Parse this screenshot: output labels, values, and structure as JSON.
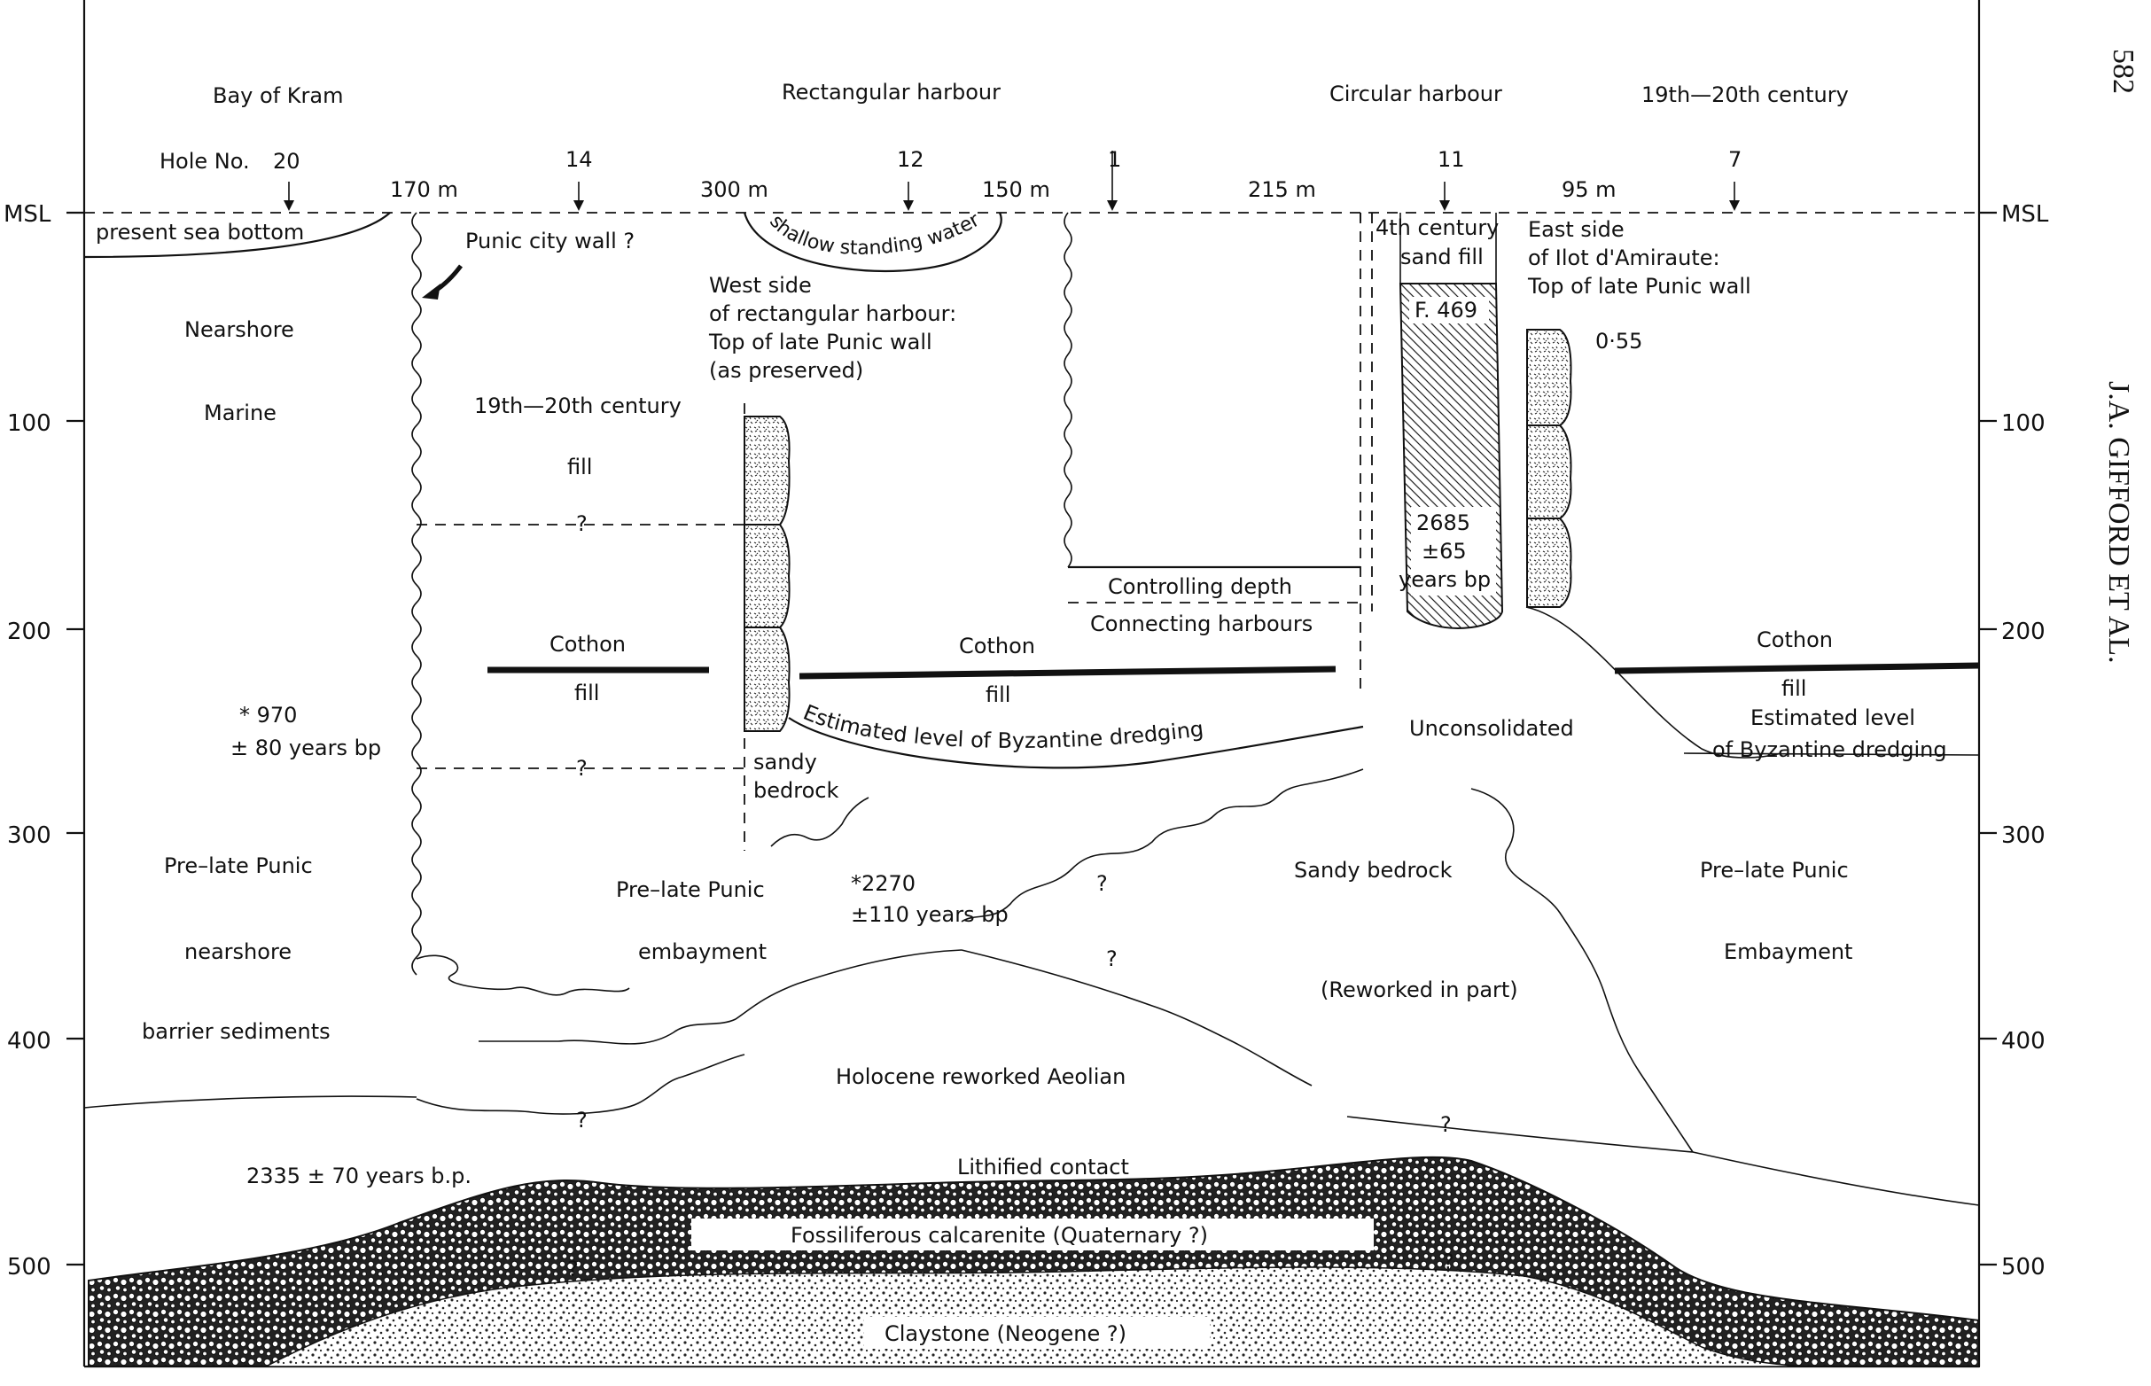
{
  "page": {
    "page_number": "582",
    "running_head": "J.A. GIFFORD ET AL."
  },
  "figure": {
    "y_axis": {
      "ticks_left": [
        "MSL",
        "100",
        "200",
        "300",
        "400",
        "500"
      ],
      "ticks_right": [
        "MSL",
        "100",
        "200",
        "300",
        "400",
        "500"
      ]
    },
    "headers": {
      "bay_of_kram": "Bay of Kram",
      "rectangular_harbour": "Rectangular harbour",
      "circular_harbour": "Circular harbour",
      "century": "19th—20th century"
    },
    "holes": {
      "prefix": "Hole No.",
      "ids": [
        "20",
        "14",
        "12",
        "1",
        "11",
        "7"
      ]
    },
    "distances": [
      "170 m",
      "300 m",
      "150 m",
      "215 m",
      "95 m"
    ],
    "labels": {
      "present_sea_bottom": "present sea bottom",
      "punic_city_wall": "Punic city wall ?",
      "shallow_water": "shallow standing water",
      "nearshore": "Nearshore",
      "marine": "Marine",
      "west_side_1": "West side",
      "west_side_2": "of rectangular harbour:",
      "west_side_3": "Top of late Punic wall",
      "west_side_4": "(as preserved)",
      "century_fill_1": "19th—20th century",
      "century_fill_2": "fill",
      "q1": "?",
      "q2": "?",
      "cothon_1": "Cothon",
      "fill_1": "fill",
      "cothon_2": "Cothon",
      "fill_2": "fill",
      "cothon_3": "Cothon",
      "fill_3": "fill",
      "date_970_a": "* 970",
      "date_970_b": "± 80 years bp",
      "sandy_bedrock_a": "sandy",
      "sandy_bedrock_b": "bedrock",
      "byzantine": "Estimated level of Byzantine dredging",
      "byzantine_r1": "Estimated level",
      "byzantine_r2": "of Byzantine dredging",
      "controlling_depth": "Controlling depth",
      "connecting_harbours": "Connecting harbours",
      "fourth_century_1": "4th century",
      "fourth_century_2": "sand fill",
      "f469": "F. 469",
      "date_2685_a": "2685",
      "date_2685_b": "±65",
      "date_2685_c": "years bp",
      "east_side_1": "East side",
      "east_side_2": "of Ilot d'Amiraute:",
      "east_side_3": "Top of late Punic wall",
      "val_055": "0·55",
      "unconsolidated": "Unconsolidated",
      "pre_late_punic_1": "Pre–late Punic",
      "nearshore_2": "nearshore",
      "barrier": "barrier sediments",
      "pre_late_punic_2": "Pre–late Punic",
      "embayment_1": "embayment",
      "date_2270_a": "*2270",
      "date_2270_b": "±110 years bp",
      "sandy_bedrock": "Sandy bedrock",
      "reworked": "(Reworked in part)",
      "pre_late_punic_3": "Pre–late Punic",
      "embayment_2": "Embayment",
      "holocene": "Holocene reworked Aeolian",
      "q_a": "?",
      "q_b": "?",
      "q_c": "?",
      "q_d": "?",
      "date_2335": "2335 ± 70 years b.p.",
      "lithified": "Lithified contact",
      "calcarenite": "Fossiliferous calcarenite (Quaternary ?)",
      "claystone": "Claystone (Neogene ?)",
      "q_e": "?",
      "q_f": "?"
    }
  }
}
